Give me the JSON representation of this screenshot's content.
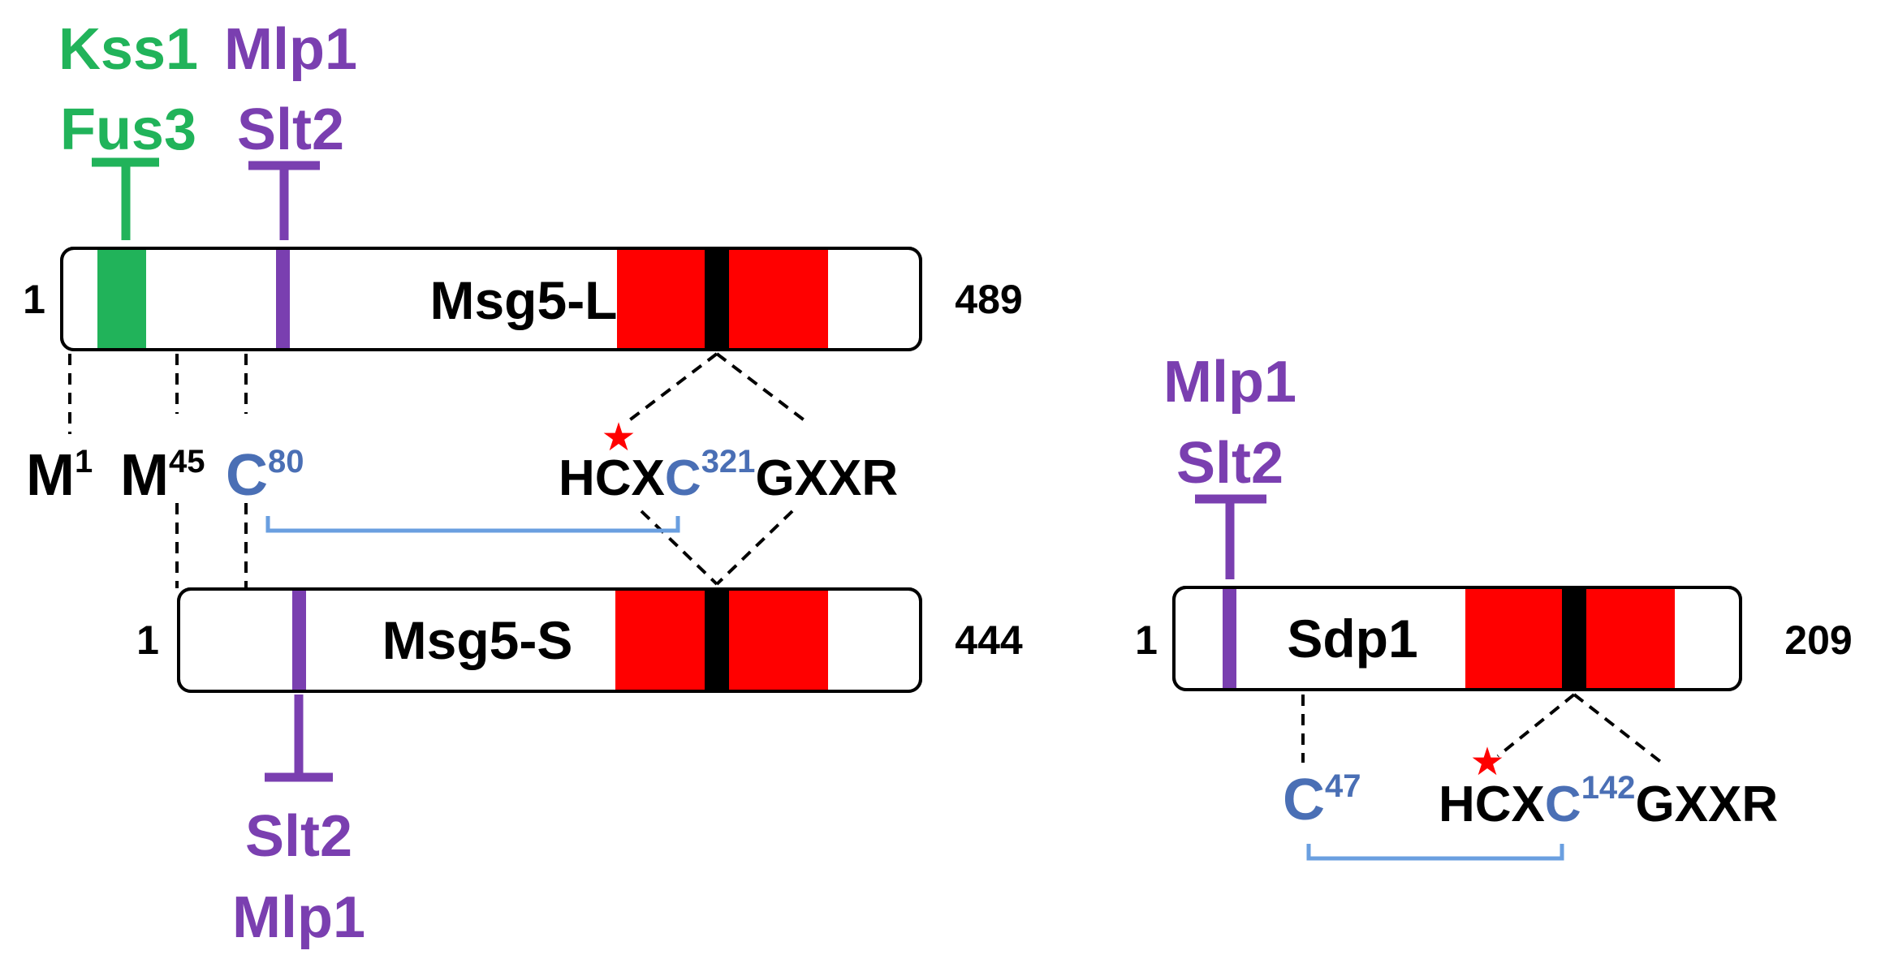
{
  "colors": {
    "green": "#21b35a",
    "purple": "#7a3fb0",
    "blue": "#4a6fb5",
    "bracket": "#6a9fe0",
    "red": "#ff0000",
    "black": "#000000"
  },
  "msg5l": {
    "name": "Msg5-L",
    "start": "1",
    "end": "489",
    "kinases_green": [
      "Kss1",
      "Fus3"
    ],
    "kinases_purple": [
      "Mlp1",
      "Slt2"
    ]
  },
  "msg5s": {
    "name": "Msg5-S",
    "start": "1",
    "end": "444",
    "kinases_purple": [
      "Slt2",
      "Mlp1"
    ]
  },
  "sdp1": {
    "name": "Sdp1",
    "start": "1",
    "end": "209",
    "kinases_purple": [
      "Mlp1",
      "Slt2"
    ]
  },
  "residues": {
    "m1": {
      "base": "M",
      "sup": "1"
    },
    "m45": {
      "base": "M",
      "sup": "45"
    },
    "c80": {
      "base": "C",
      "sup": "80"
    },
    "c47": {
      "base": "C",
      "sup": "47"
    }
  },
  "motif_msg5": {
    "pre": "HCX",
    "c": "C",
    "sup": "321",
    "post": "GXXR"
  },
  "motif_sdp1": {
    "pre": "HCX",
    "c": "C",
    "sup": "142",
    "post": "GXXR"
  },
  "star_glyph": "★"
}
